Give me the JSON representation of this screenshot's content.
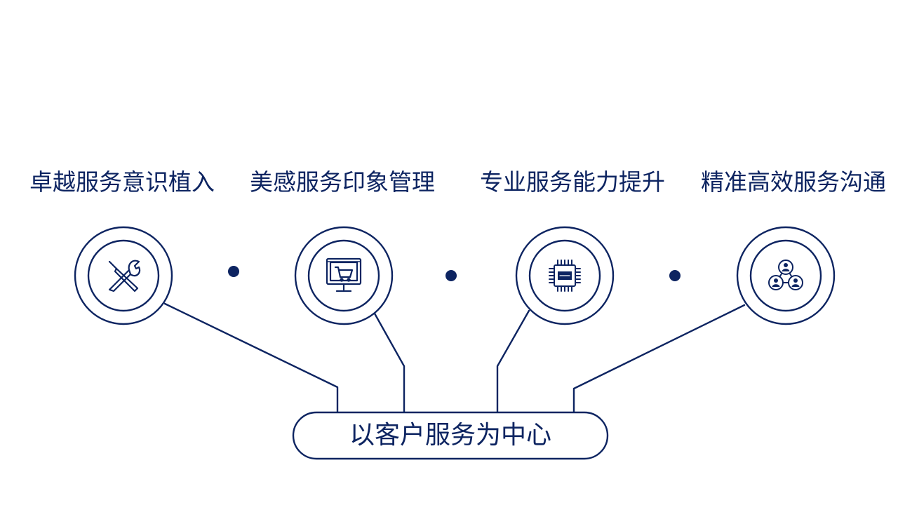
{
  "colors": {
    "primary": "#0d2461",
    "background": "#ffffff"
  },
  "center": {
    "label": "以客户服务为中心"
  },
  "nodes": [
    {
      "label": "卓越服务意识植入",
      "icon": "wrench-screwdriver-icon"
    },
    {
      "label": "美感服务印象管理",
      "icon": "shopping-cart-monitor-icon"
    },
    {
      "label": "专业服务能力提升",
      "icon": "cpu-chip-icon"
    },
    {
      "label": "精准高效服务沟通",
      "icon": "people-network-icon"
    }
  ]
}
